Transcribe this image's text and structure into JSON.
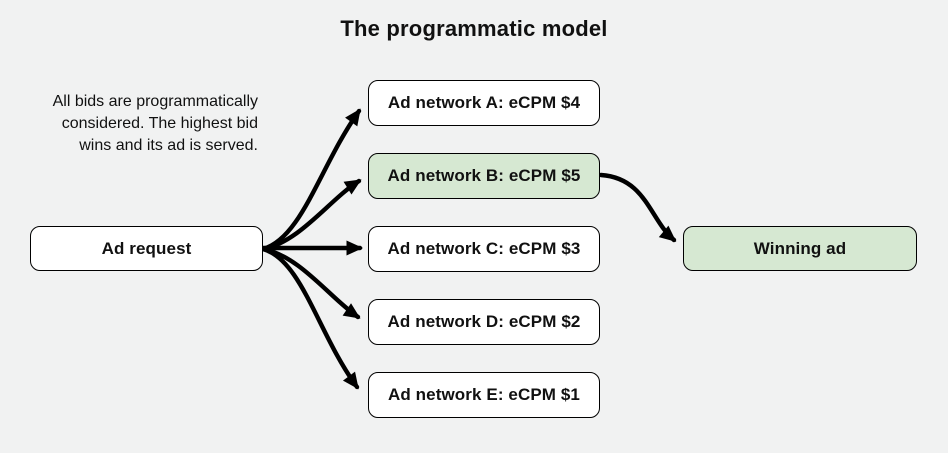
{
  "title": "The programmatic model",
  "description": {
    "lines": [
      "All bids are programmatically",
      "considered. The highest bid",
      "wins and its ad is served."
    ]
  },
  "nodes": {
    "ad_request": {
      "label": "Ad request"
    },
    "networks": [
      {
        "label": "Ad network A: eCPM $4",
        "ecpm": 4,
        "highlight": false
      },
      {
        "label": "Ad network B: eCPM $5",
        "ecpm": 5,
        "highlight": true
      },
      {
        "label": "Ad network C: eCPM $3",
        "ecpm": 3,
        "highlight": false
      },
      {
        "label": "Ad network D: eCPM $2",
        "ecpm": 2,
        "highlight": false
      },
      {
        "label": "Ad network E: eCPM $1",
        "ecpm": 1,
        "highlight": false
      }
    ],
    "winning_ad": {
      "label": "Winning ad"
    }
  },
  "colors": {
    "background": "#f1f2f2",
    "box_bg": "#ffffff",
    "highlight_bg": "#d6e8d2",
    "border": "#000000",
    "arrow": "#000000",
    "text": "#111111"
  }
}
